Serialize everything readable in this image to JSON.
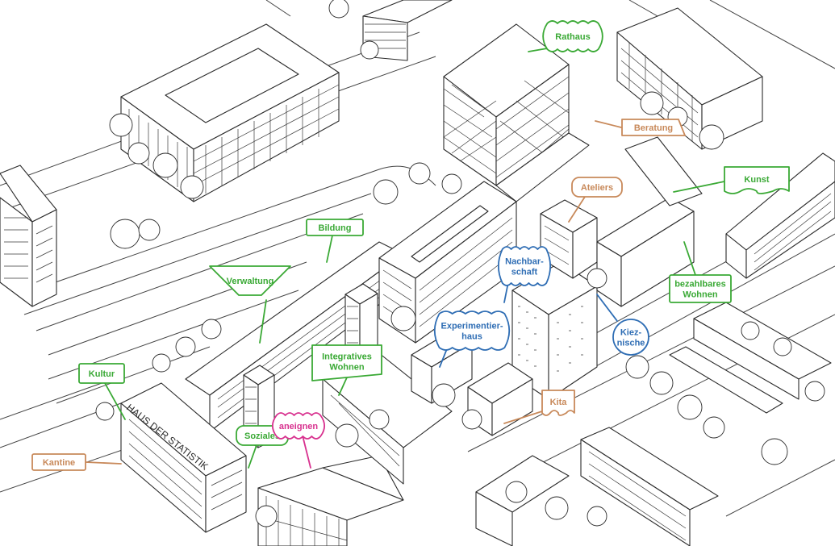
{
  "colors": {
    "green": "#3aa935",
    "orange": "#c8895a",
    "blue": "#2e6db4",
    "magenta": "#d8328f",
    "ink": "#2b2b2b"
  },
  "building_sign": "HAUS DER STATISTIK",
  "labels": [
    {
      "id": "rathaus",
      "lines": [
        "Rathaus"
      ],
      "color": "green",
      "shape": "cloud"
    },
    {
      "id": "beratung",
      "lines": [
        "Beratung"
      ],
      "color": "orange",
      "shape": "flag"
    },
    {
      "id": "ateliers",
      "lines": [
        "Ateliers"
      ],
      "color": "orange",
      "shape": "rounded"
    },
    {
      "id": "kunst",
      "lines": [
        "Kunst"
      ],
      "color": "green",
      "shape": "wavy"
    },
    {
      "id": "bildung",
      "lines": [
        "Bildung"
      ],
      "color": "green",
      "shape": "rect"
    },
    {
      "id": "verwaltung",
      "lines": [
        "Verwaltung"
      ],
      "color": "green",
      "shape": "funnel"
    },
    {
      "id": "nachbarschaft",
      "lines": [
        "Nachbar-",
        "schaft"
      ],
      "color": "blue",
      "shape": "cloud"
    },
    {
      "id": "bezahlbares-wohnen",
      "lines": [
        "bezahlbares",
        "Wohnen"
      ],
      "color": "green",
      "shape": "rect"
    },
    {
      "id": "experimentierhaus",
      "lines": [
        "Experimentier-",
        "haus"
      ],
      "color": "blue",
      "shape": "cloud"
    },
    {
      "id": "kieznische",
      "lines": [
        "Kiez-",
        "nische"
      ],
      "color": "blue",
      "shape": "circle"
    },
    {
      "id": "integratives-wohnen",
      "lines": [
        "Integratives",
        "Wohnen"
      ],
      "color": "green",
      "shape": "flag-bottom"
    },
    {
      "id": "kultur",
      "lines": [
        "Kultur"
      ],
      "color": "green",
      "shape": "rect"
    },
    {
      "id": "kita",
      "lines": [
        "Kita"
      ],
      "color": "orange",
      "shape": "wavy"
    },
    {
      "id": "soziales",
      "lines": [
        "Soziales"
      ],
      "color": "green",
      "shape": "rounded"
    },
    {
      "id": "aneignen",
      "lines": [
        "aneignen"
      ],
      "color": "magenta",
      "shape": "cloud"
    },
    {
      "id": "kantine",
      "lines": [
        "Kantine"
      ],
      "color": "orange",
      "shape": "rect"
    }
  ]
}
